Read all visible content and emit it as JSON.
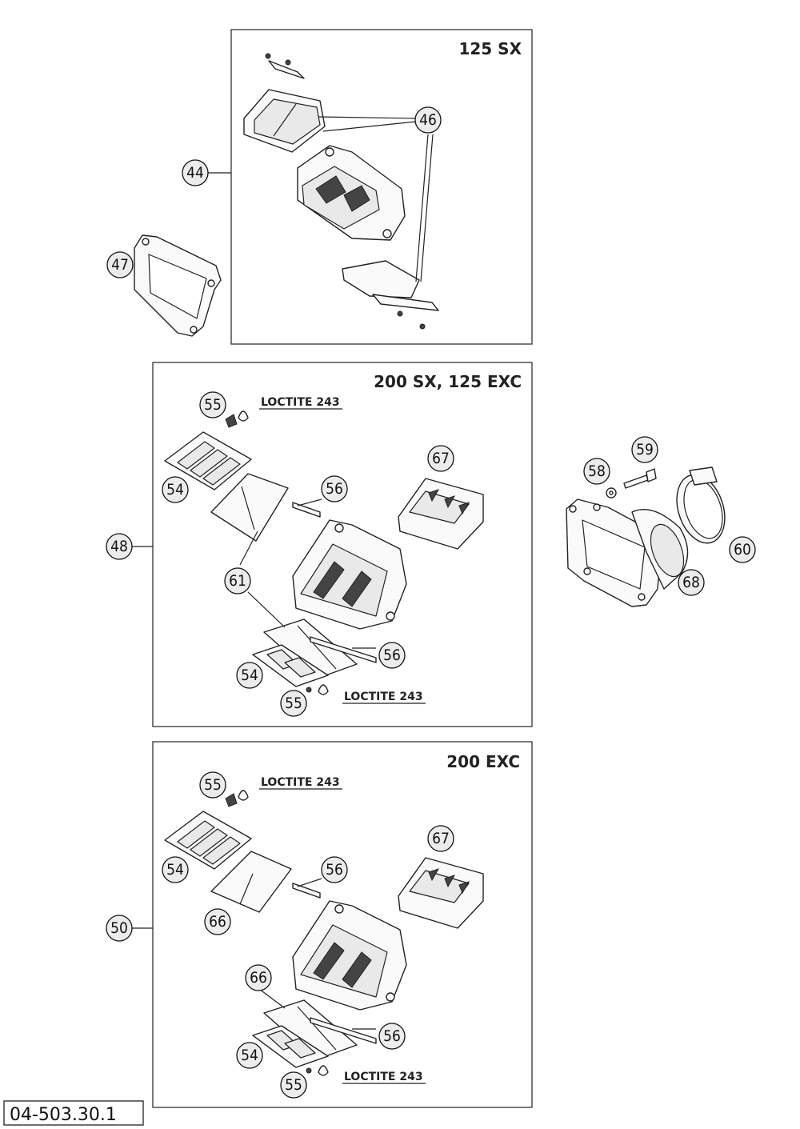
{
  "panels": {
    "panel_125sx": {
      "title": "125 SX"
    },
    "panel_200sx": {
      "title": "200 SX, 125 EXC"
    },
    "panel_200exc": {
      "title": "200 EXC"
    }
  },
  "loctite_label": "LOCTITE 243",
  "reference_number": "04-503.30.1",
  "callouts": {
    "c44": "44",
    "c46": "46",
    "c47": "47",
    "c48": "48",
    "c54": "54",
    "c55": "55",
    "c56": "56",
    "c61": "61",
    "c67": "67",
    "c50": "50",
    "c66": "66",
    "c58": "58",
    "c59": "59",
    "c60": "60",
    "c68": "68"
  }
}
